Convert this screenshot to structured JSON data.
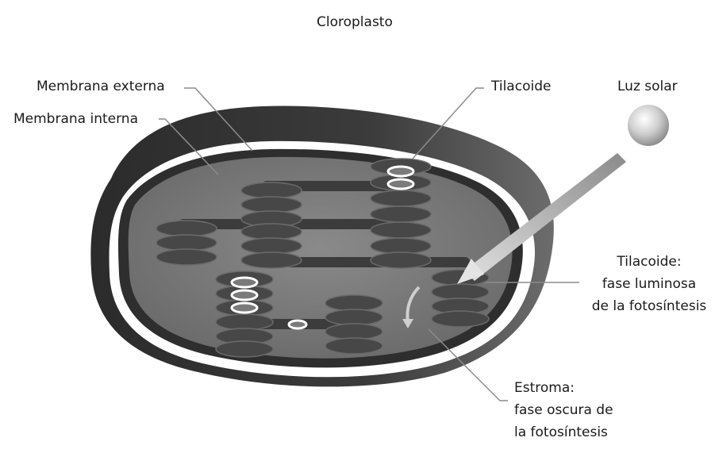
{
  "title": "Cloroplasto",
  "labels": {
    "outer_membrane": "Membrana externa",
    "inner_membrane": "Membrana interna",
    "thylakoid": "Tilacoide",
    "sunlight": "Luz solar",
    "thylakoid_phase": [
      "Tilacoide:",
      "fase luminosa",
      "de la fotosíntesis"
    ],
    "stroma_phase": [
      "Estroma:",
      "fase oscura de",
      "la fotosíntesis"
    ]
  },
  "colors": {
    "outer_membrane": "#3a3a3a",
    "inner_membrane": "#2e2e2e",
    "stroma": "#7a7a7a",
    "grana": "#4a4a4a",
    "leader_line": "#8c8c8c",
    "sun": "#bdbdbd"
  }
}
